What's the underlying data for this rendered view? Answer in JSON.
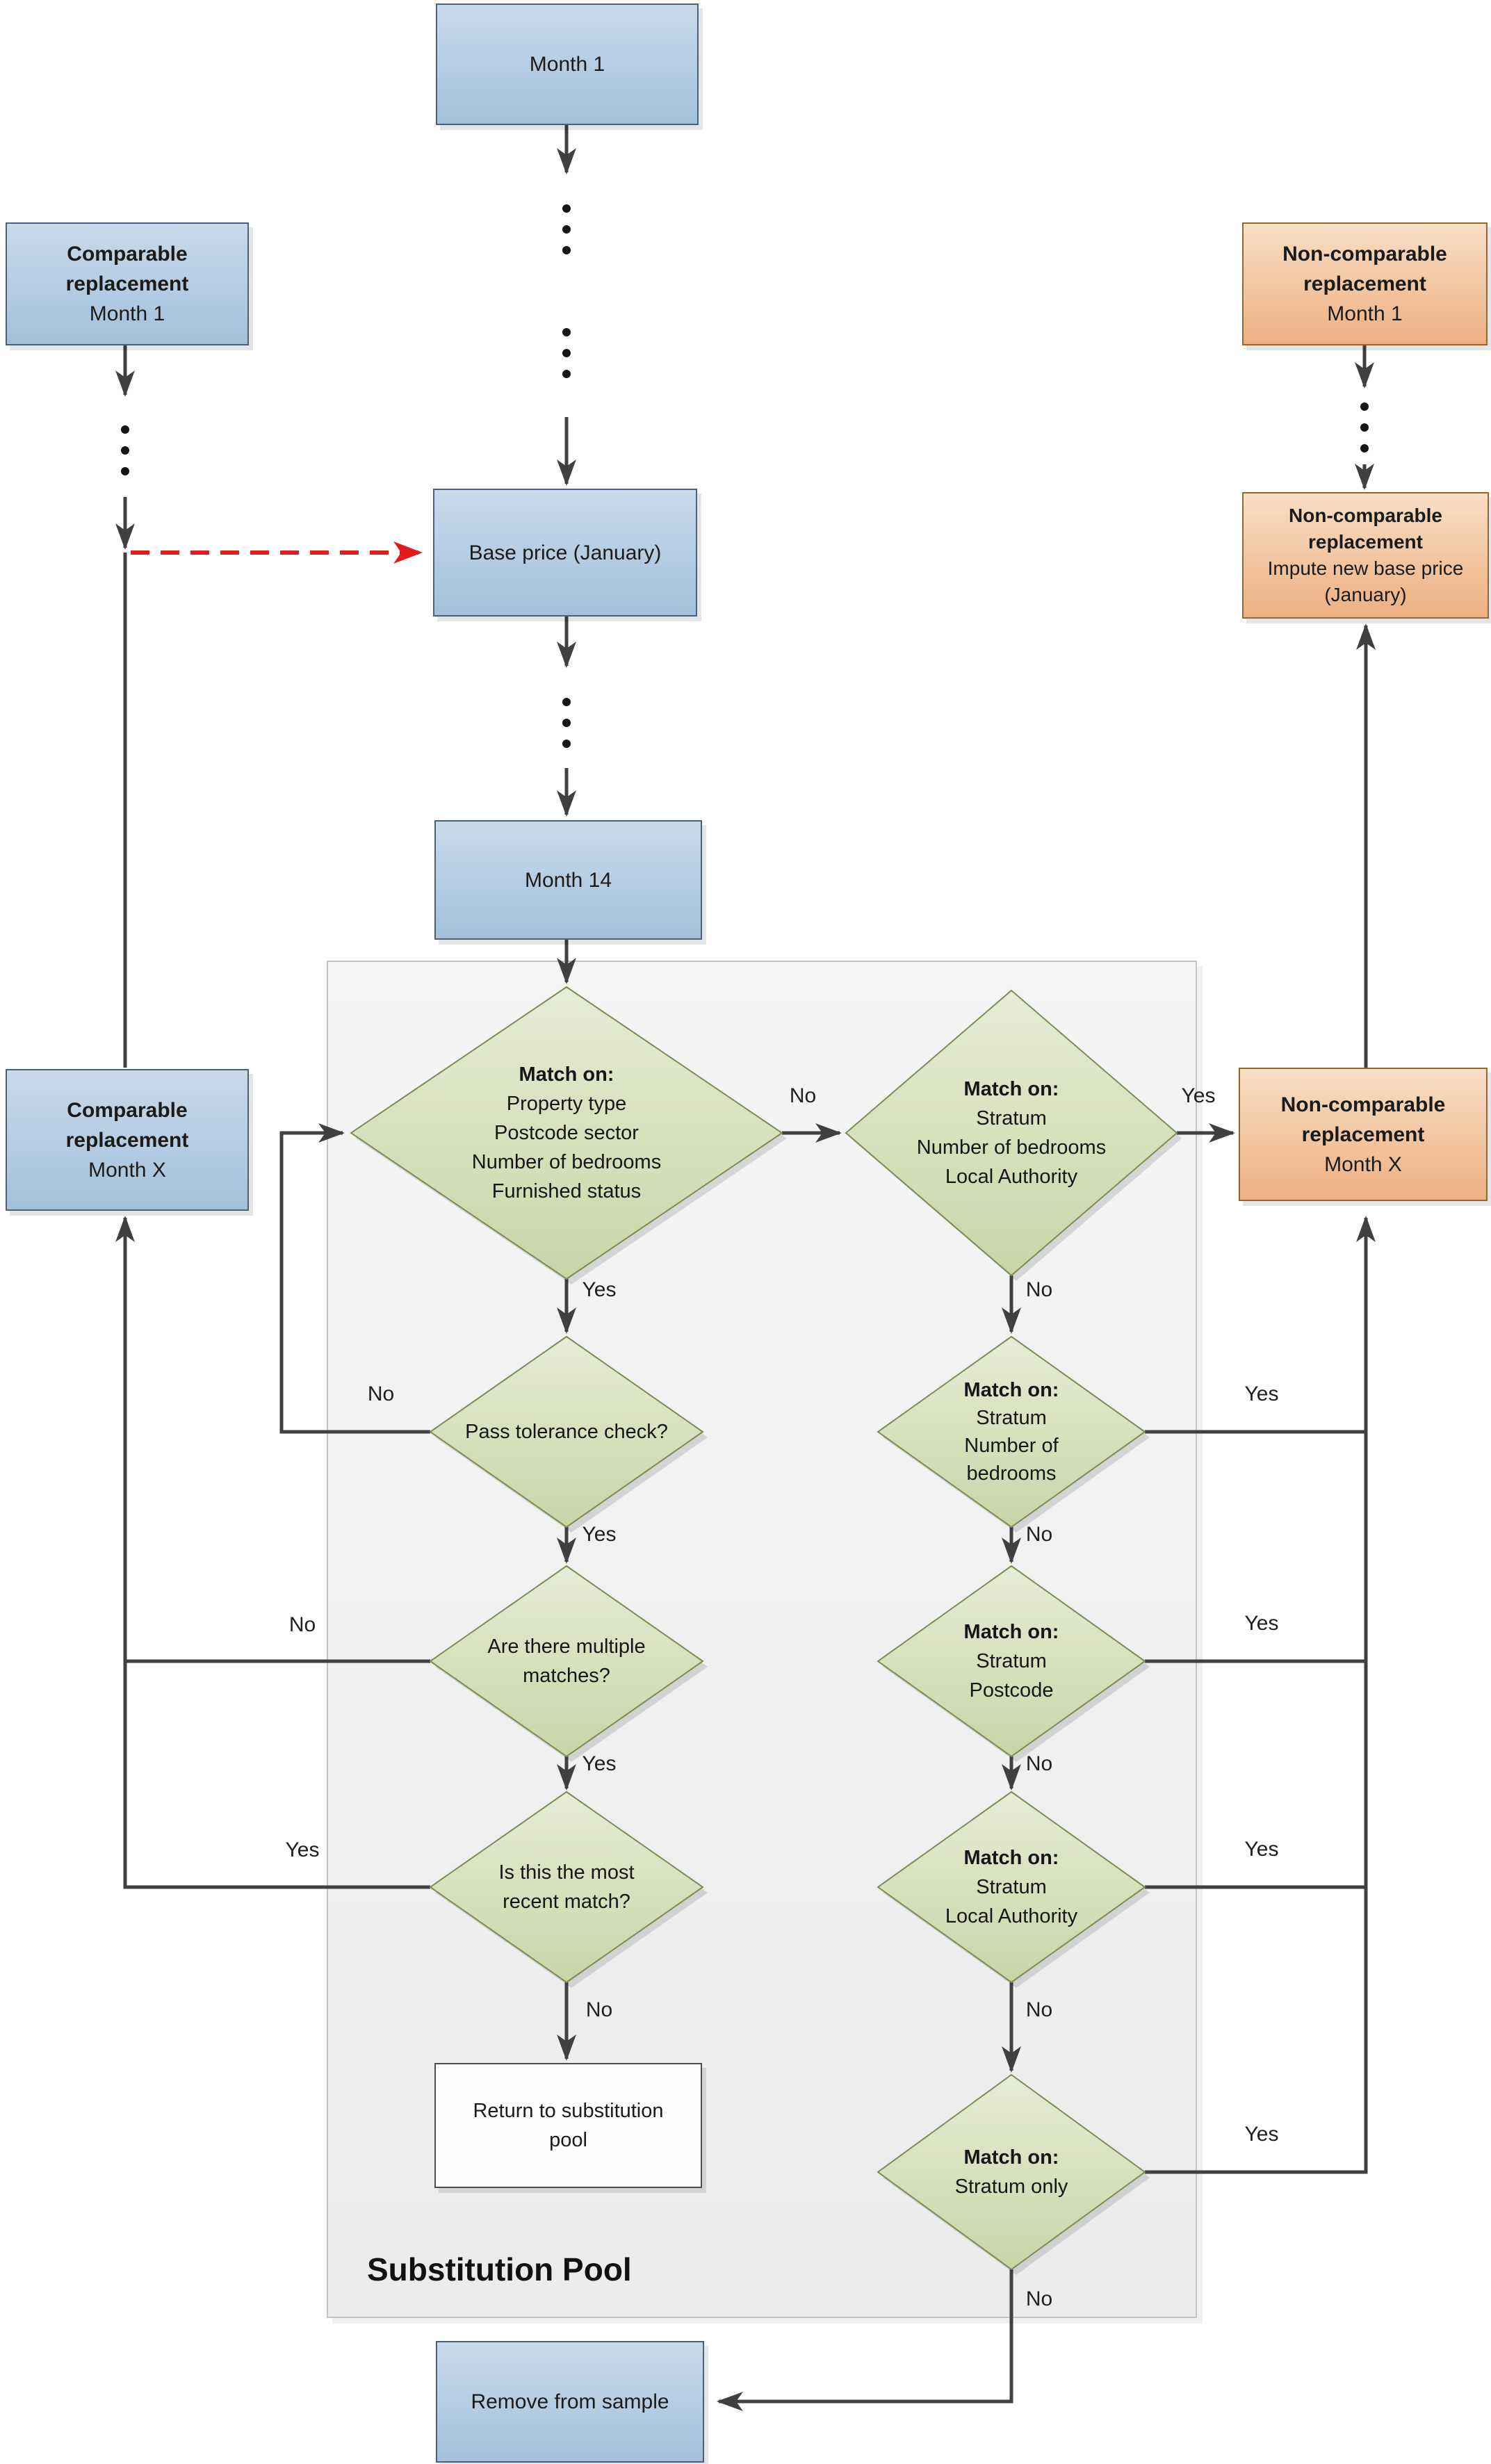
{
  "labels": {
    "yes": "Yes",
    "no": "No"
  },
  "pool": {
    "title": "Substitution Pool"
  },
  "boxes": {
    "month1": {
      "label": "Month 1"
    },
    "comparable_m1": {
      "title": "Comparable replacement",
      "subtitle": "Month 1"
    },
    "non_comparable_m1": {
      "title": "Non-comparable replacement",
      "subtitle": "Month 1"
    },
    "base_price": {
      "label": "Base price (January)"
    },
    "non_comparable_impute": {
      "title": "Non-comparable replacement",
      "line1": "Impute new base price",
      "line2": "(January)"
    },
    "month14": {
      "label": "Month 14"
    },
    "comparable_mx": {
      "title": "Comparable replacement",
      "subtitle": "Month X"
    },
    "non_comparable_mx": {
      "title": "Non-comparable replacement",
      "subtitle": "Month X"
    },
    "return_pool": {
      "line1": "Return to substitution",
      "line2": "pool"
    },
    "remove": {
      "label": "Remove from sample"
    }
  },
  "decisions": {
    "match_full": {
      "title": "Match on:",
      "lines": [
        "Property type",
        "Postcode sector",
        "Number of bedrooms",
        "Furnished status"
      ]
    },
    "tolerance": {
      "label": "Pass tolerance check?"
    },
    "multiple": {
      "line1": "Are there multiple",
      "line2": "matches?"
    },
    "recent": {
      "line1": "Is this the most",
      "line2": "recent match?"
    },
    "stratum_bed_la": {
      "title": "Match on:",
      "lines": [
        "Stratum",
        "Number of bedrooms",
        "Local Authority"
      ]
    },
    "stratum_bed": {
      "title": "Match on:",
      "lines": [
        "Stratum",
        "Number of",
        "bedrooms"
      ]
    },
    "stratum_postcode": {
      "title": "Match on:",
      "lines": [
        "Stratum",
        "Postcode"
      ]
    },
    "stratum_la": {
      "title": "Match on:",
      "lines": [
        "Stratum",
        "Local Authority"
      ]
    },
    "stratum_only": {
      "title": "Match on:",
      "lines": [
        "Stratum only"
      ]
    }
  },
  "colors": {
    "blue_light": "#c9daea",
    "blue_dark": "#a4c0db",
    "blue_border": "#46627e",
    "orange_light": "#f8dfc5",
    "orange_dark": "#edb083",
    "orange_border": "#96662f",
    "green_light": "#e7ecd6",
    "green_dark": "#c9d5a7",
    "green_border": "#7c8c55",
    "line": "#404040",
    "red": "#e21b1f"
  }
}
